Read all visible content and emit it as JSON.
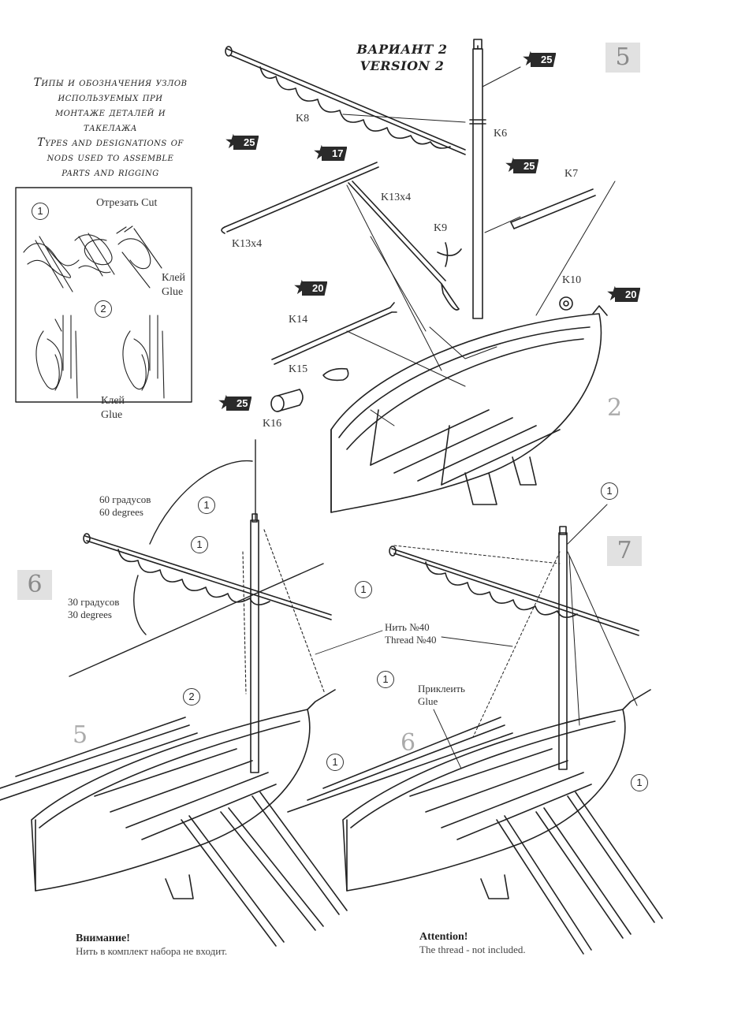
{
  "header": {
    "variant_ru": "ВАРИАНТ 2",
    "variant_en": "VERSION 2"
  },
  "legend": {
    "line1": "Типы и обозначения узлов",
    "line2": "используемых при",
    "line3": "монтаже деталей и",
    "line4": "такелажа",
    "line5": "Types and designations of",
    "line6": "nods used to assemble",
    "line7": "parts and rigging"
  },
  "knots": {
    "n1": "1",
    "n2": "2",
    "cut": "Отрезать  Cut",
    "glue1_ru": "Клей",
    "glue1_en": "Glue",
    "glue2_ru": "Клей",
    "glue2_en": "Glue"
  },
  "steps": {
    "s5": "5",
    "s6": "6",
    "s7": "7"
  },
  "faint": {
    "f2": "2",
    "f5": "5",
    "f6": "6"
  },
  "parts": {
    "k6": "K6",
    "k7": "K7",
    "k8": "K8",
    "k9": "K9",
    "k10": "K10",
    "k13a": "K13x4",
    "k13b": "K13x4",
    "k14": "K14",
    "k15": "K15",
    "k16": "K16"
  },
  "stars": {
    "a": "25",
    "b": "25",
    "c": "17",
    "d": "25",
    "e": "20",
    "f": "20",
    "g": "25"
  },
  "angles": {
    "a60_ru": "60 градусов",
    "a60_en": "60 degrees",
    "a30_ru": "30 градусов",
    "a30_en": "30 degrees"
  },
  "thread": {
    "ru": "Нить №40",
    "en": "Thread №40"
  },
  "glue7": {
    "ru": "Приклеить",
    "en": "Glue"
  },
  "callouts": {
    "c1": "1",
    "c2": "1",
    "c3": "1",
    "c4": "1",
    "c5": "2",
    "c6": "1",
    "c7": "1",
    "c8": "1"
  },
  "notes": {
    "ru_title": "Внимание!",
    "ru_text": "Нить в комплект набора не входит.",
    "en_title": "Attention!",
    "en_text": "The thread - not included."
  }
}
